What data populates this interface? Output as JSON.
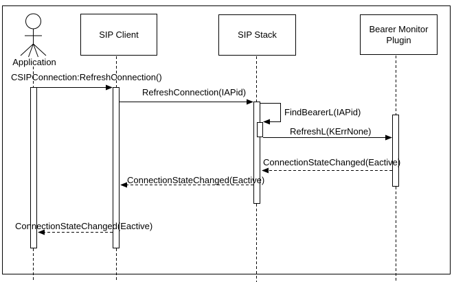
{
  "diagram": {
    "kind": "uml-sequence-diagram",
    "background_color": "#ffffff",
    "line_color": "#000000"
  },
  "participants": [
    {
      "id": "application",
      "kind": "actor",
      "label": "Application"
    },
    {
      "id": "sip-client",
      "kind": "object",
      "label": "SIP Client"
    },
    {
      "id": "sip-stack",
      "kind": "object",
      "label": "SIP Stack"
    },
    {
      "id": "bearer-monitor-plugin",
      "kind": "object",
      "label": "Bearer Monitor Plugin"
    }
  ],
  "messages": [
    {
      "label": "CSIPConnection:RefreshConnection()",
      "from": "Application",
      "to": "SIP Client",
      "style": "solid"
    },
    {
      "label": "RefreshConnection(IAPid)",
      "from": "SIP Client",
      "to": "SIP Stack",
      "style": "solid"
    },
    {
      "label": "FindBearerL(IAPid)",
      "from": "SIP Stack",
      "to": "SIP Stack",
      "style": "self-call"
    },
    {
      "label": "RefreshL(KErrNone)",
      "from": "SIP Stack",
      "to": "Bearer Monitor Plugin",
      "style": "solid"
    },
    {
      "label": "ConnectionStateChanged(Eactive)",
      "from": "Bearer Monitor Plugin",
      "to": "SIP Stack",
      "style": "dashed-return"
    },
    {
      "label": "ConnectionStateChanged(Eactive)",
      "from": "SIP Stack",
      "to": "SIP Client",
      "style": "dashed-return"
    },
    {
      "label": "ConnectionStateChanged(Eactive)",
      "from": "SIP Client",
      "to": "Application",
      "style": "dashed-return"
    }
  ]
}
